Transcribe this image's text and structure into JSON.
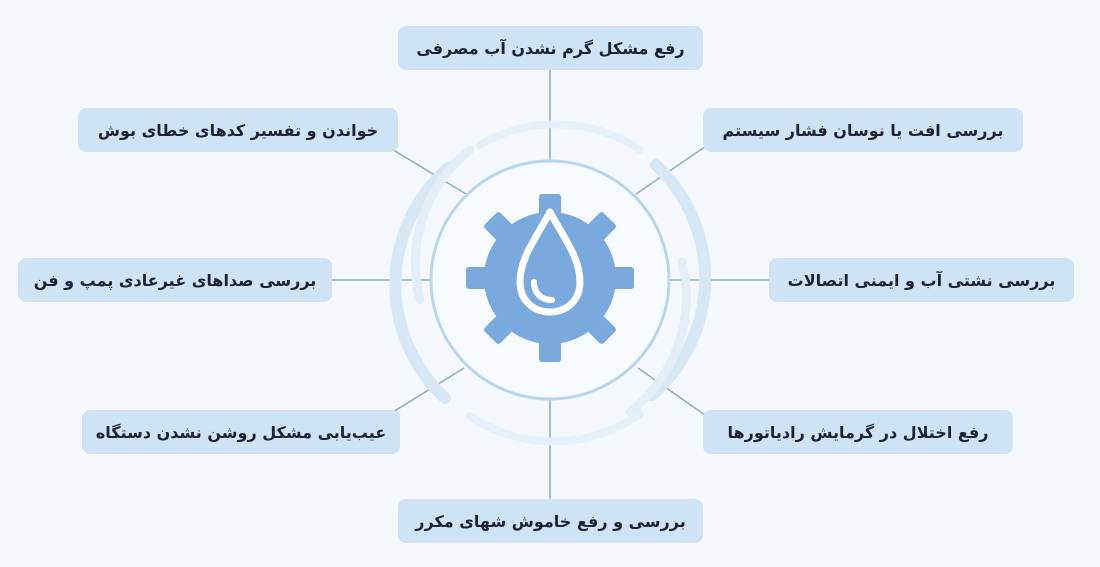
{
  "items": {
    "top": "رفع مشکل گرم نشدن آب مصرفی",
    "upper_left": "خواندن و تفسیر کدهای خطای بوش",
    "upper_right": "بررسی افت یا نوسان فشار سیستم",
    "middle_left": "بررسی صداهای غیرعادی پمپ و فن",
    "middle_right": "بررسی نشتی آب و ایمنی اتصالات",
    "lower_left": "عیب‌یابی مشکل روشن نشدن دستگاه",
    "lower_right": "رفع اختلال در گرمایش رادیاتورها",
    "bottom": "بررسی و رفع خاموش شهای مکرر"
  },
  "center": {
    "icon": "gear-water-drop-icon"
  },
  "colors": {
    "background": "#f5f9fd",
    "card": "#cfe3f7",
    "connector": "#8fb0c2",
    "gear": "#7aa9dd",
    "ring": "#b9d6f0"
  }
}
